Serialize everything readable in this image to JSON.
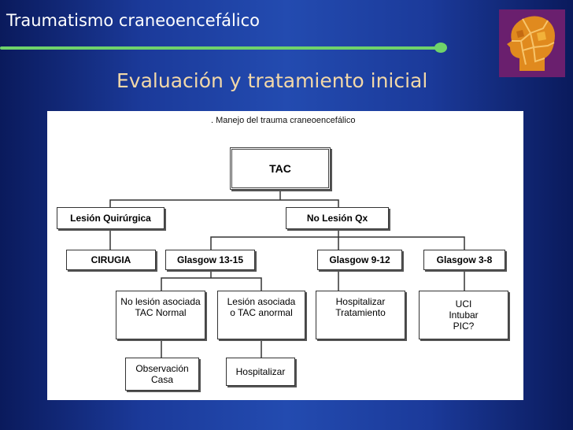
{
  "slide": {
    "title": "Traumatismo craneoencefálico",
    "subtitle": "Evaluación y tratamiento inicial"
  },
  "diagram": {
    "caption": ". Manejo del trauma craneoencefálico",
    "nodes": {
      "tac": "TAC",
      "lesion_quirurgica": "Lesión Quirúrgica",
      "no_lesion_qx": "No Lesión Qx",
      "cirugia": "CIRUGIA",
      "glasgow_13_15": "Glasgow 13-15",
      "glasgow_9_12": "Glasgow 9-12",
      "glasgow_3_8": "Glasgow 3-8",
      "no_lesion_asociada": "No lesión asociada\nTAC Normal",
      "lesion_asociada": "Lesión asociada\no TAC anormal",
      "hospitalizar_tratamiento": "Hospitalizar\nTratamiento",
      "uci": "UCI\nIntubar\nPIC?",
      "observacion": "Observación\nCasa",
      "hospitalizar": "Hospitalizar"
    }
  },
  "colors": {
    "rule": "#6fd36a",
    "subtitle": "#f2d8a8"
  },
  "logo_icon": "puzzle-head-icon"
}
